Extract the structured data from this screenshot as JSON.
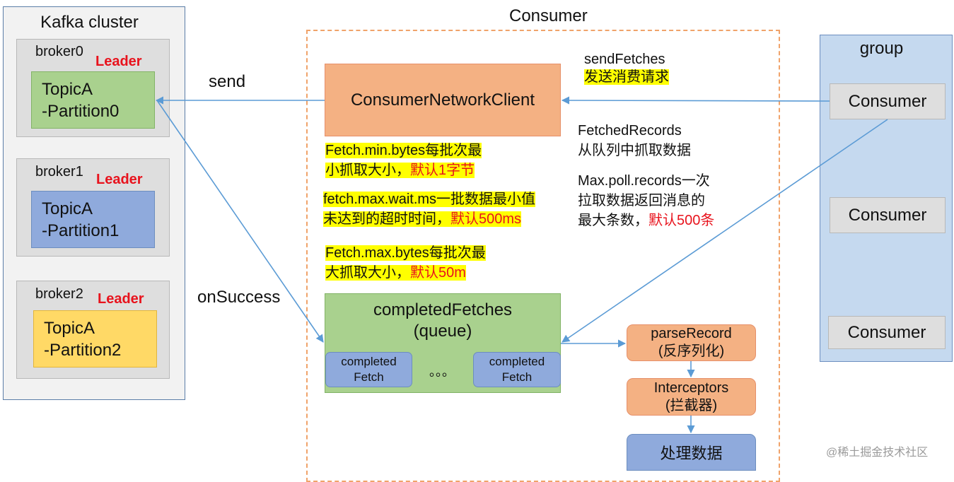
{
  "cluster": {
    "title": "Kafka cluster",
    "brokers": [
      {
        "name": "broker0",
        "leader": "Leader",
        "partition": [
          "TopicA",
          "-Partition0"
        ]
      },
      {
        "name": "broker1",
        "leader": "Leader",
        "partition": [
          "TopicA",
          "-Partition1"
        ]
      },
      {
        "name": "broker2",
        "leader": "Leader",
        "partition": [
          "TopicA",
          "-Partition2"
        ]
      }
    ]
  },
  "edges": {
    "send": "send",
    "on_success": "onSuccess",
    "send_fetches": "sendFetches",
    "send_fetches_cn": "发送消费请求"
  },
  "consumer": {
    "title": "Consumer",
    "network_client": "ConsumerNetworkClient",
    "config_notes": [
      {
        "text": "Fetch.min.bytes每批次最",
        "text2": "小抓取大小，",
        "default": "默认1字节"
      },
      {
        "text": "fetch.max.wait.ms一批数据最小值",
        "text2": "未达到的超时时间，",
        "default": "默认500ms"
      },
      {
        "text": "Fetch.max.bytes每批次最",
        "text2": "大抓取大小，",
        "default": "默认50m"
      }
    ],
    "fetched_records": [
      "FetchedRecords",
      "从队列中抓取数据"
    ],
    "max_poll": [
      "Max.poll.records一次",
      "拉取数据返回消息的",
      "最大条数，",
      "默认500条"
    ],
    "queue": {
      "title": "completedFetches",
      "subtitle": "(queue)",
      "items": [
        [
          "completed",
          "Fetch"
        ],
        [
          "completed",
          "Fetch"
        ]
      ],
      "ellipsis": "。。。"
    },
    "steps": [
      [
        "parseRecord",
        "(反序列化)"
      ],
      [
        "Interceptors",
        "(拦截器)"
      ],
      [
        "处理数据"
      ]
    ]
  },
  "group": {
    "title": "group",
    "consumers": [
      "Consumer",
      "Consumer",
      "Consumer"
    ]
  },
  "watermark": "@稀土掘金技术社区",
  "colors": {
    "leader": "#e8131d",
    "highlight": "#ffff00",
    "arrow": "#5b9bd5",
    "frame_dash": "#f0a36a"
  }
}
